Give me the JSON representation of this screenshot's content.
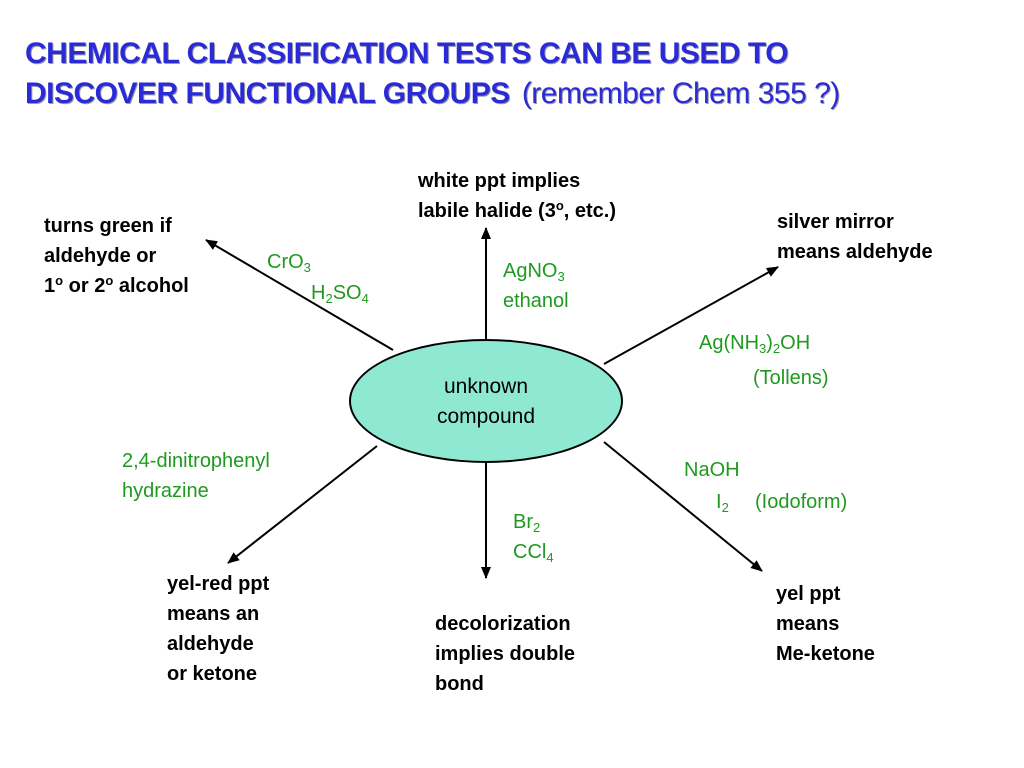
{
  "title": {
    "main_line1": "CHEMICAL CLASSIFICATION TESTS CAN BE USED TO",
    "main_line2": "DISCOVER FUNCTIONAL GROUPS",
    "note": "(remember Chem 355 ?)"
  },
  "center": {
    "line1": "unknown",
    "line2": "compound"
  },
  "tests": {
    "top": {
      "result_line1": "white ppt implies",
      "result_line2": "labile halide (3",
      "result_sup": "o",
      "result_line2_end": ", etc.)",
      "reagent_line1_base": "AgNO",
      "reagent_line1_sub": "3",
      "reagent_line2": "ethanol"
    },
    "upper_left": {
      "result_line1": "turns green if",
      "result_line2": "aldehyde or",
      "result_line3_a": "1",
      "result_line3_sup1": "o",
      "result_line3_b": " or 2",
      "result_line3_sup2": "o",
      "result_line3_c": " alcohol",
      "reagent_line1_base": "CrO",
      "reagent_line1_sub": "3",
      "reagent_line2_base": "H",
      "reagent_line2_sub1": "2",
      "reagent_line2_mid": "SO",
      "reagent_line2_sub2": "4"
    },
    "upper_right": {
      "result_line1": "silver mirror",
      "result_line2": "means aldehyde",
      "reagent_line1_a": "Ag(NH",
      "reagent_line1_sub1": "3",
      "reagent_line1_b": ")",
      "reagent_line1_sub2": "2",
      "reagent_line1_c": "OH",
      "reagent_line2": "(Tollens)"
    },
    "lower_left": {
      "reagent_line1": "2,4-dinitrophenyl",
      "reagent_line2": "hydrazine",
      "result_line1": "yel-red ppt",
      "result_line2": "means an",
      "result_line3": "aldehyde",
      "result_line4": "or ketone"
    },
    "bottom": {
      "reagent_line1_base": "Br",
      "reagent_line1_sub": "2",
      "reagent_line2_base": "CCl",
      "reagent_line2_sub": "4",
      "result_line1": "decolorization",
      "result_line2": "implies double",
      "result_line3": "bond"
    },
    "lower_right": {
      "reagent_line1": "NaOH",
      "reagent_line2_base": "I",
      "reagent_line2_sub": "2",
      "reagent_line2_note": "(Iodoform)",
      "result_line1": "yel ppt",
      "result_line2": "means",
      "result_line3": "Me-ketone"
    }
  },
  "colors": {
    "title": "#2a2ad6",
    "reagent": "#1f9a1f",
    "ellipse_fill": "#8ee8d2",
    "arrow": "#000000"
  }
}
